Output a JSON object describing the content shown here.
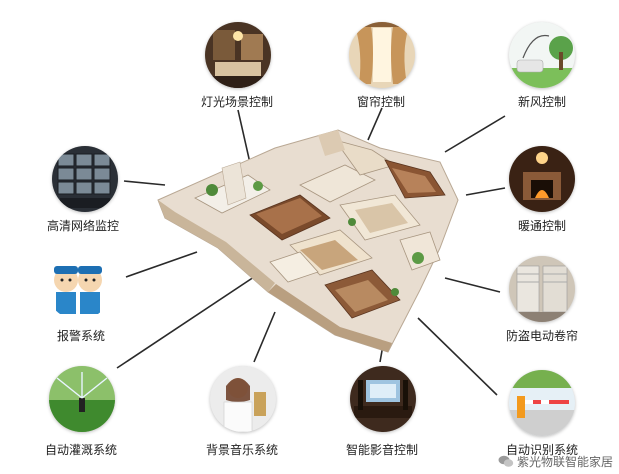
{
  "nodes": [
    {
      "id": "lighting",
      "label": "灯光场景控制",
      "icon": "lighting-scene-icon"
    },
    {
      "id": "curtain",
      "label": "窗帘控制",
      "icon": "curtain-icon"
    },
    {
      "id": "fresh-air",
      "label": "新风控制",
      "icon": "fresh-air-icon"
    },
    {
      "id": "hvac",
      "label": "暖通控制",
      "icon": "hvac-icon"
    },
    {
      "id": "shutter",
      "label": "防盗电动卷帘",
      "icon": "rolling-shutter-icon"
    },
    {
      "id": "plate",
      "label": "自动识别系统",
      "icon": "plate-recognition-icon"
    },
    {
      "id": "theater",
      "label": "智能影音控制",
      "icon": "home-theater-icon"
    },
    {
      "id": "music",
      "label": "背景音乐系统",
      "icon": "background-music-icon"
    },
    {
      "id": "irrigation",
      "label": "自动灌溉系统",
      "icon": "irrigation-icon"
    },
    {
      "id": "alarm",
      "label": "报警系统",
      "icon": "alarm-icon"
    },
    {
      "id": "cctv",
      "label": "高清网络监控",
      "icon": "cctv-icon"
    }
  ],
  "watermark": {
    "text": "紫光物联智能家居",
    "icon": "wechat-icon"
  },
  "center_image": "floor-plan-3d"
}
